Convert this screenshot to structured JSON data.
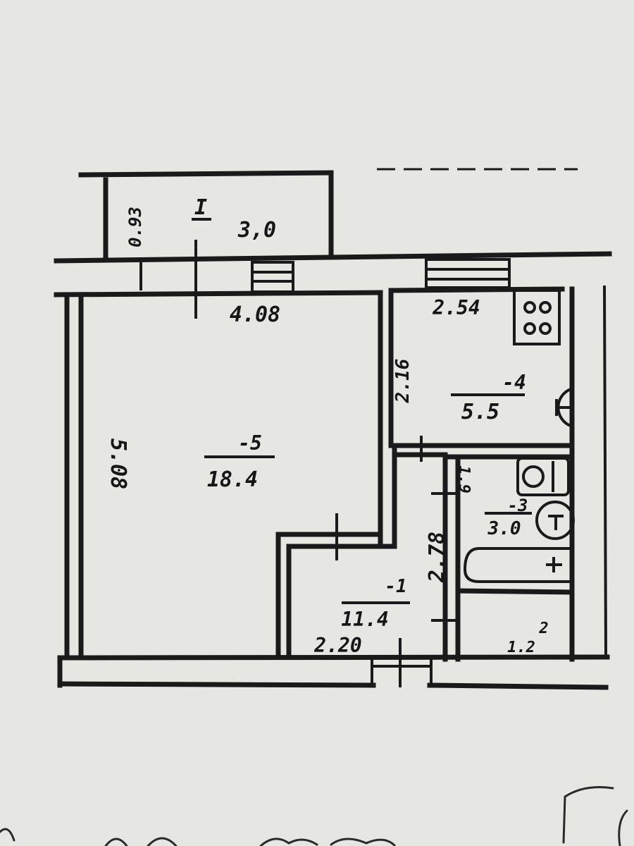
{
  "balcony": {
    "number": "I",
    "area": "3,0",
    "depth": "0.93"
  },
  "living_room": {
    "number": "-5",
    "area": "18.4",
    "width": "4.08",
    "length": "5.08"
  },
  "kitchen": {
    "number": "-4",
    "area": "5.5",
    "width": "2.54",
    "length": "2.16"
  },
  "bathroom": {
    "number": "-3",
    "area": "3.0",
    "width": "1.9"
  },
  "hallway": {
    "number": "-1",
    "area": "11.4",
    "width": "2.20",
    "length": "2.78"
  },
  "toilet": {
    "area": "1.2",
    "number": "2"
  }
}
